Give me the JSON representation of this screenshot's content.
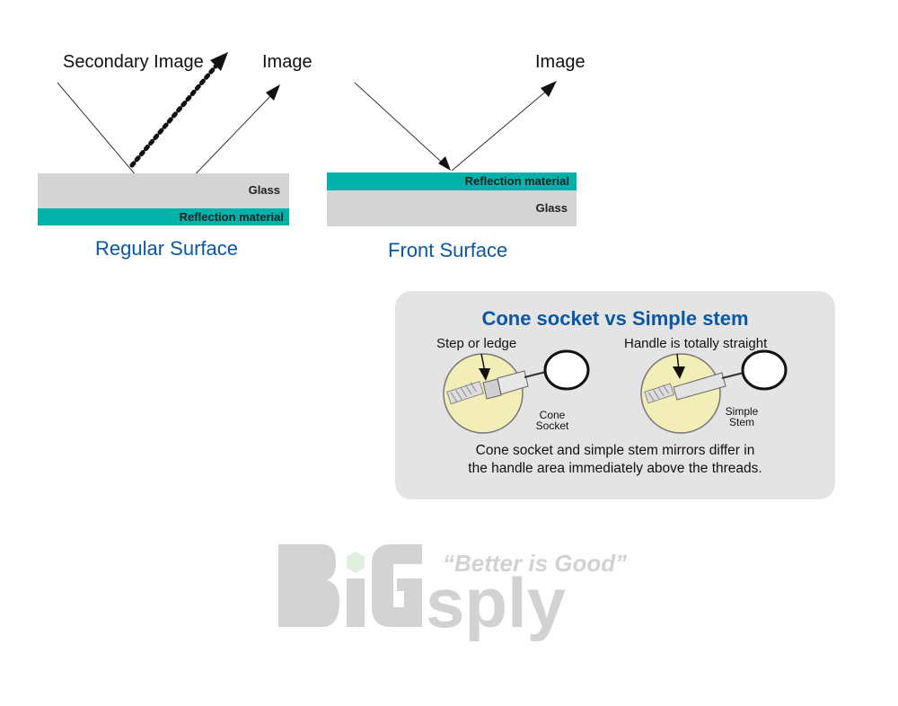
{
  "regular": {
    "secondary_image_label": "Secondary Image",
    "image_label": "Image",
    "glass_label": "Glass",
    "reflection_label": "Reflection material",
    "caption": "Regular Surface"
  },
  "front": {
    "image_label": "Image",
    "reflection_label": "Reflection material",
    "glass_label": "Glass",
    "caption": "Front Surface"
  },
  "panel": {
    "title": "Cone socket vs Simple stem",
    "left_label": "Step or ledge",
    "right_label": "Handle is totally straight",
    "cone_label_line1": "Cone",
    "cone_label_line2": "Socket",
    "stem_label_line1": "Simple",
    "stem_label_line2": "Stem",
    "note_line1": "Cone socket and simple stem mirrors differ in",
    "note_line2": "the handle area immediately above the threads."
  },
  "watermark": {
    "logo_text": "BiGsply",
    "tagline": "“Better is Good”"
  },
  "colors": {
    "glass": "#d4d4d4",
    "reflection": "#00b2a9",
    "caption_blue": "#0b57a4",
    "panel_bg": "#e4e4e4",
    "circle_fill": "#f3edb8",
    "watermark": "#d2d2d2"
  }
}
